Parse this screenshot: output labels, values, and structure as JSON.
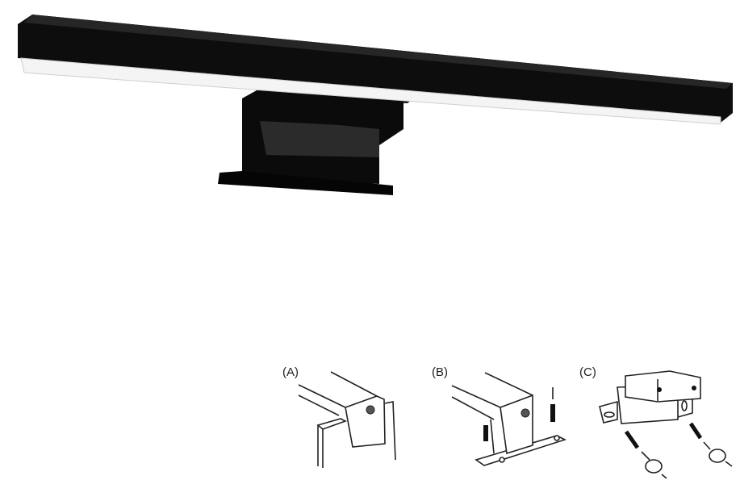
{
  "product": {
    "name_icon": "led-mirror-light-black",
    "body_color": "#0d0d0d",
    "light_color": "#f4f4f4"
  },
  "diagrams": [
    {
      "label": "(A)"
    },
    {
      "label": "(B)"
    },
    {
      "label": "(C)"
    }
  ]
}
